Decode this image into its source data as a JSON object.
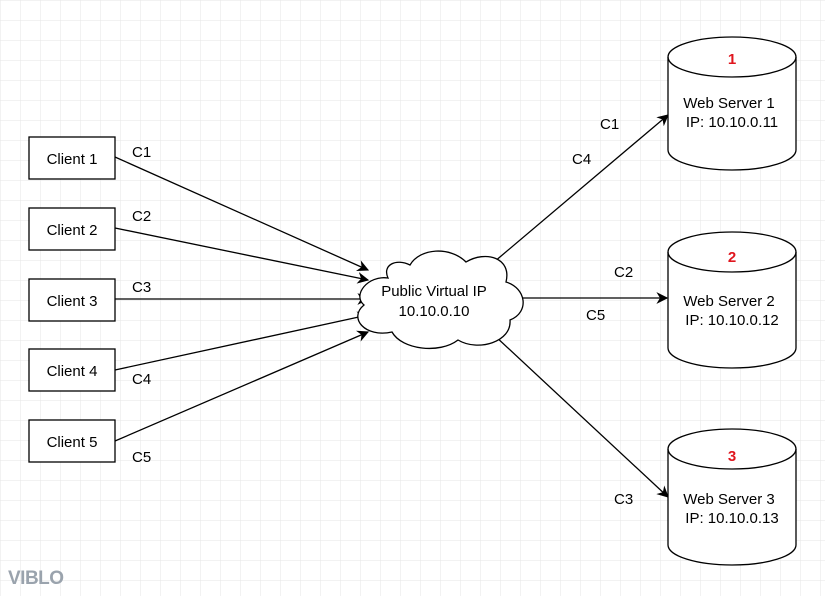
{
  "clients": [
    {
      "label": "Client 1",
      "conn": "C1"
    },
    {
      "label": "Client 2",
      "conn": "C2"
    },
    {
      "label": "Client 3",
      "conn": "C3"
    },
    {
      "label": "Client 4",
      "conn": "C4"
    },
    {
      "label": "Client 5",
      "conn": "C5"
    }
  ],
  "vip": {
    "line1": "Public Virtual IP",
    "line2": "10.10.0.10"
  },
  "servers": [
    {
      "number": "1",
      "name": "Web Server 1",
      "ip": "IP: 10.10.0.11",
      "conns": [
        "C1",
        "C4"
      ]
    },
    {
      "number": "2",
      "name": "Web Server 2",
      "ip": "IP: 10.10.0.12",
      "conns": [
        "C2",
        "C5"
      ]
    },
    {
      "number": "3",
      "name": "Web Server 3",
      "ip": "IP: 10.10.0.13",
      "conns": [
        "C3"
      ]
    }
  ],
  "watermark": "VIBLO",
  "colors": {
    "grid": "#e6e6e6",
    "number": "#e0161e",
    "stroke": "#000000"
  }
}
